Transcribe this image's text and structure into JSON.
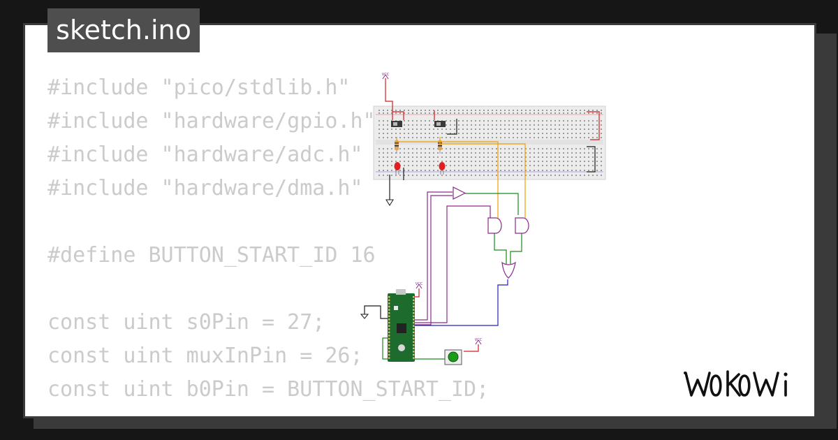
{
  "file_tab": {
    "label": "sketch.ino"
  },
  "code_lines": [
    "#include \"pico/stdlib.h\"",
    "#include \"hardware/gpio.h\"",
    "#include \"hardware/adc.h\"",
    "#include \"hardware/dma.h\"",
    "",
    "#define BUTTON_START_ID 16",
    "",
    "const uint s0Pin = 27;",
    "const uint muxInPin = 26;",
    "const uint b0Pin = BUTTON_START_ID;"
  ],
  "circuit": {
    "vcc_label": "VCC",
    "components": [
      "breadboard",
      "slide-switch",
      "slide-switch",
      "resistor",
      "resistor",
      "led",
      "led",
      "buffer-gate",
      "and-gate",
      "and-gate",
      "or-gate",
      "raspberry-pi-pico",
      "pushbutton",
      "ground",
      "ground"
    ],
    "colors": {
      "wire_red": "#d21e1e",
      "wire_orange": "#f0a000",
      "wire_purple": "#8a2a8a",
      "wire_green": "#1a8a1a",
      "wire_blue": "#2020c0",
      "pico_green": "#1e6b2e",
      "button_green": "#1a9a1a",
      "breadboard": "#ececec"
    }
  },
  "brand": {
    "logo_text": "WOKWi"
  },
  "colors": {
    "background": "#161616",
    "card": "#ffffff",
    "card_border": "#3b3b3b",
    "tab": "#4e4e4e",
    "code_text": "#cbcbcb"
  }
}
